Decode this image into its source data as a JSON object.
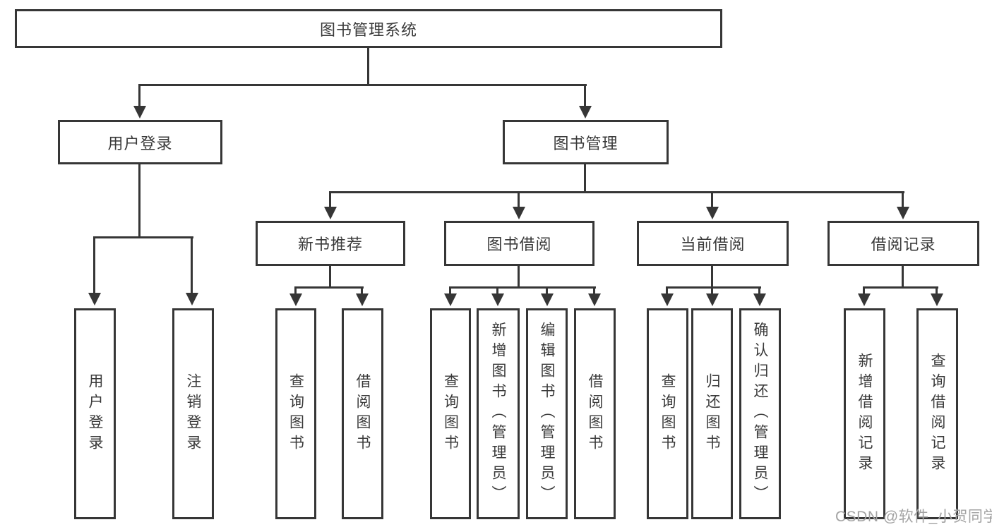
{
  "diagram_title": "图书管理系统",
  "colors": {
    "line": "#363636",
    "text": "#3a3a3a",
    "background": "#ffffff",
    "watermark": "#a3a3a3"
  },
  "nodes": {
    "root": "图书管理系统",
    "level2": [
      "用户登录",
      "图书管理"
    ],
    "level3": [
      "新书推荐",
      "图书借阅",
      "当前借阅",
      "借阅记录"
    ],
    "leaves": [
      "用户登录",
      "注销登录",
      "查询图书",
      "借阅图书",
      "查询图书",
      "新增图书（管理员）",
      "编辑图书（管理员）",
      "借阅图书",
      "查询图书",
      "归还图书",
      "确认归还（管理员）",
      "新增借阅记录",
      "查询借阅记录"
    ]
  },
  "watermark": "CSDN @软件_小贺同学"
}
